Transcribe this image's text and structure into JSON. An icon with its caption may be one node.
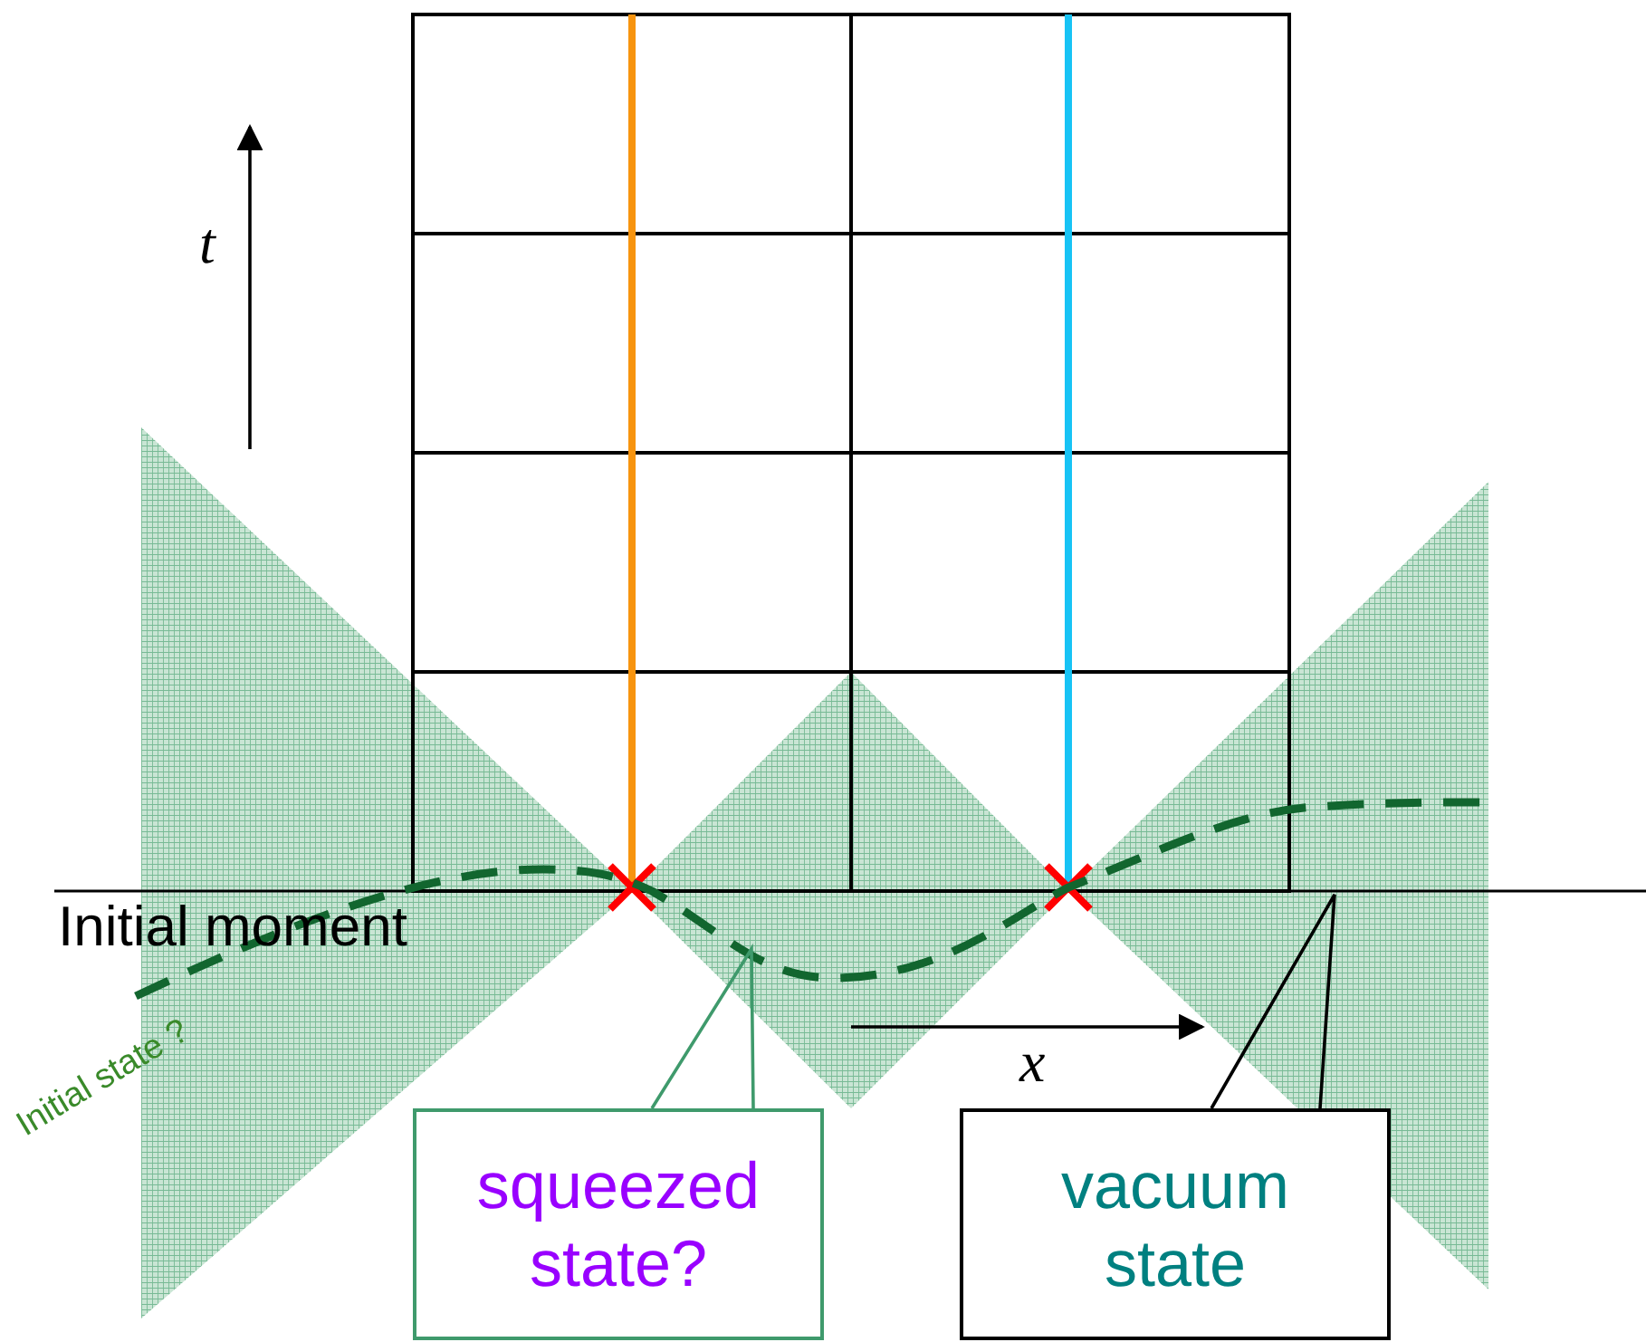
{
  "diagram": {
    "nodes": [
      {
        "text": [
          "squeezed state?"
        ]
      },
      {
        "text": [
          "vacuum state"
        ]
      }
    ],
    "edges": [
      {
        "from": 0,
        "to": null,
        "arrow": "none",
        "color": "#3f9a6c"
      },
      {
        "from": 1,
        "to": null,
        "arrow": "none",
        "color": "#000000"
      }
    ],
    "labels": [
      "t",
      "Initial moment",
      "x",
      "Initial state ?"
    ]
  }
}
